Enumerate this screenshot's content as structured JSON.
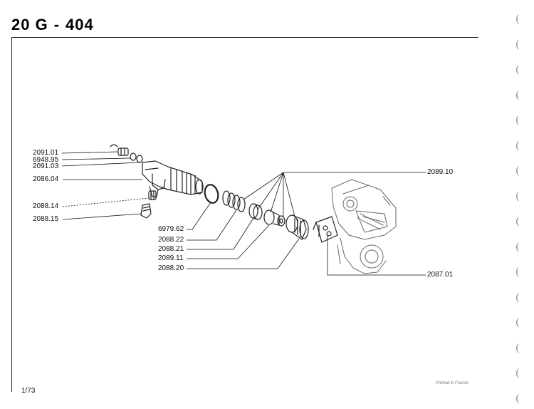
{
  "header": {
    "title_left": "20 G",
    "title_sep": "-",
    "title_right": "404"
  },
  "parts": {
    "p2091_01": "2091.01",
    "p6948_95": "6948.95",
    "p2091_03": "2091.03",
    "p2086_04": "2086.04",
    "p2088_14": "2088.14",
    "p2088_15": "2088.15",
    "p6979_62": "6979.62",
    "p2088_22": "2088.22",
    "p2088_21": "2088.21",
    "p2089_11": "2089.11",
    "p2088_20": "2088.20",
    "p2089_10": "2089.10",
    "p2087_01": "2087.01"
  },
  "footer": {
    "page_ref": "1/73",
    "printed": "Printed in France"
  },
  "binding": {
    "hole_glyph": "(",
    "hole_count": 16
  }
}
